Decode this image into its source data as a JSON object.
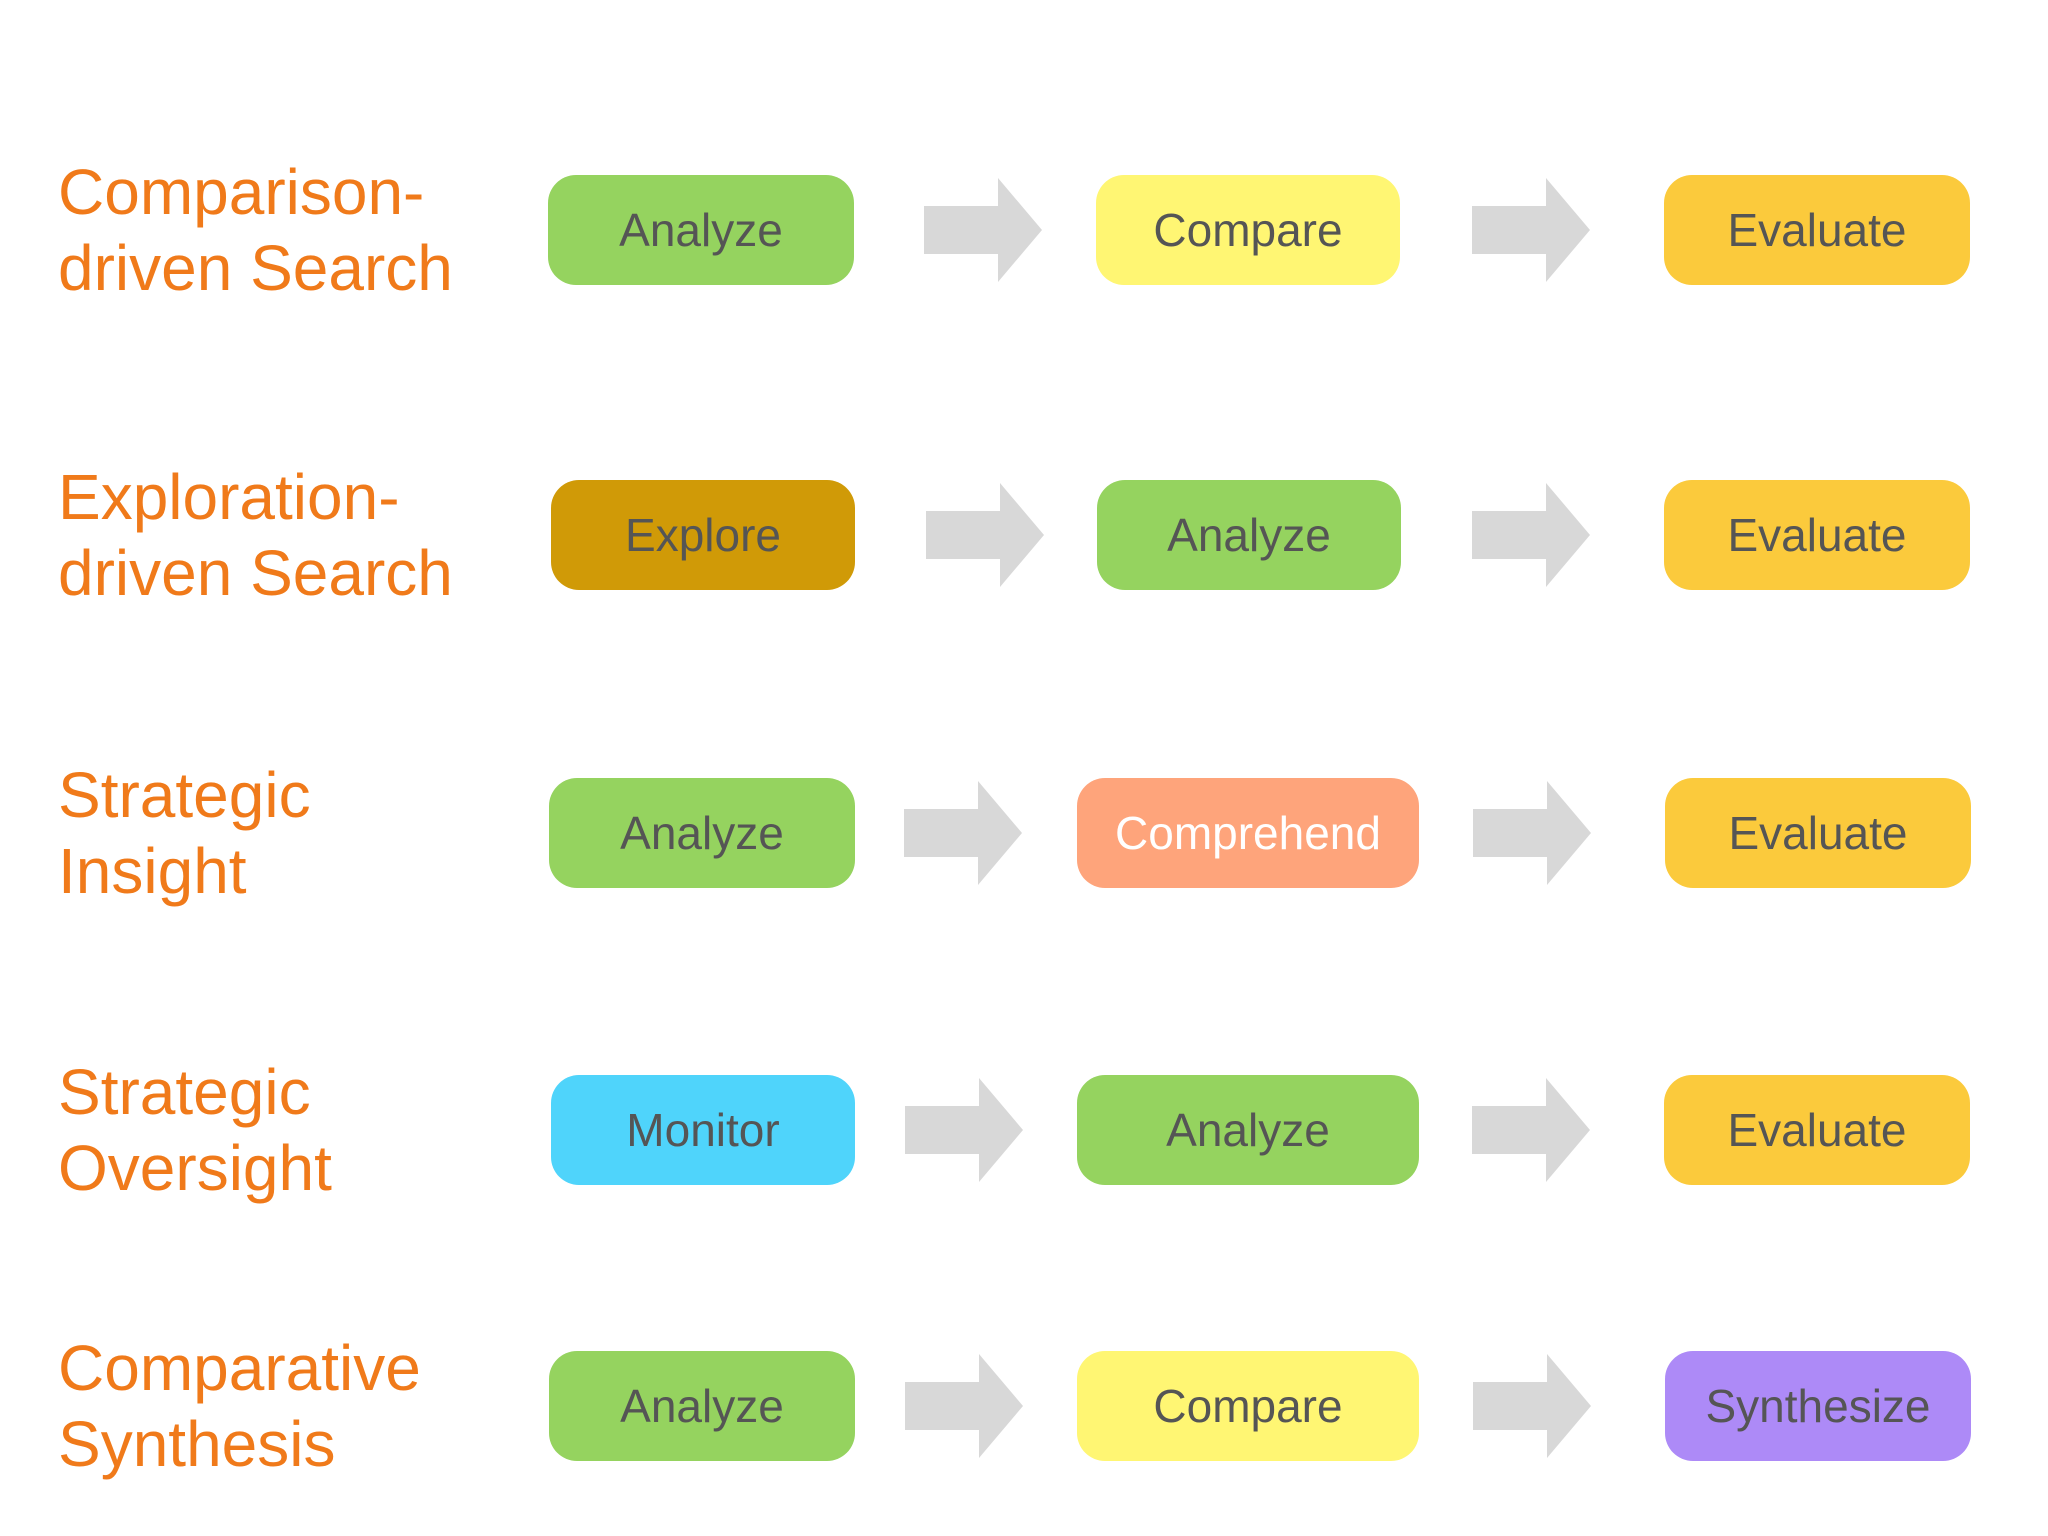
{
  "rows": [
    {
      "label_line1": "Comparison-",
      "label_line2": "driven Search",
      "steps": [
        {
          "label": "Analyze",
          "color": "#95d35f"
        },
        {
          "label": "Compare",
          "color": "#fff673"
        },
        {
          "label": "Evaluate",
          "color": "#fbca3c"
        }
      ]
    },
    {
      "label_line1": "Exploration-",
      "label_line2": "driven Search",
      "steps": [
        {
          "label": "Explore",
          "color": "#d09a07"
        },
        {
          "label": "Analyze",
          "color": "#95d35f"
        },
        {
          "label": "Evaluate",
          "color": "#fbca3c"
        }
      ]
    },
    {
      "label_line1": "Strategic",
      "label_line2": "Insight",
      "steps": [
        {
          "label": "Analyze",
          "color": "#95d35f"
        },
        {
          "label": "Comprehend",
          "color": "#fea47b"
        },
        {
          "label": "Evaluate",
          "color": "#fbca3c"
        }
      ]
    },
    {
      "label_line1": "Strategic",
      "label_line2": "Oversight",
      "steps": [
        {
          "label": "Monitor",
          "color": "#4fd4fb"
        },
        {
          "label": "Analyze",
          "color": "#95d35f"
        },
        {
          "label": "Evaluate",
          "color": "#fbca3c"
        }
      ]
    },
    {
      "label_line1": "Comparative",
      "label_line2": "Synthesis",
      "steps": [
        {
          "label": "Analyze",
          "color": "#95d35f"
        },
        {
          "label": "Compare",
          "color": "#fff673"
        },
        {
          "label": "Synthesize",
          "color": "#ad8af7"
        }
      ]
    }
  ],
  "colors": {
    "label_text": "#f07a1a",
    "step_text": "#555555",
    "arrow": "#d8d8d8"
  }
}
